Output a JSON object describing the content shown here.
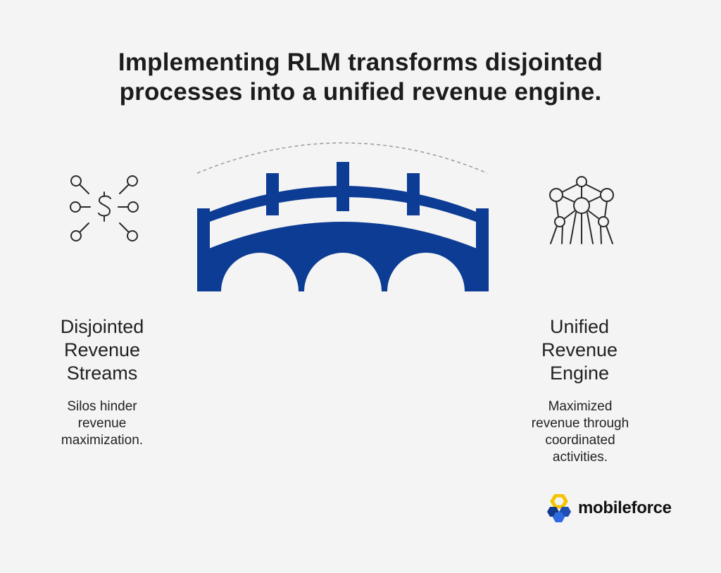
{
  "title": {
    "line1": "Implementing RLM transforms disjointed",
    "line2": "processes into a unified revenue engine."
  },
  "left": {
    "icon": "dollar-network-icon",
    "label_lines": [
      "Disjointed",
      "Revenue",
      "Streams"
    ],
    "desc_lines": [
      "Silos hinder",
      "revenue",
      "maximization."
    ]
  },
  "center": {
    "icon": "bridge-icon",
    "color": "#0d3c94"
  },
  "right": {
    "icon": "atomium-network-icon",
    "label_lines": [
      "Unified",
      "Revenue",
      "Engine"
    ],
    "desc_lines": [
      "Maximized",
      "revenue through",
      "coordinated",
      "activities."
    ]
  },
  "brand": {
    "name": "mobileforce",
    "colors": {
      "blue": "#1f4fb5",
      "yellow": "#f5c400",
      "dark_blue": "#123a8c"
    }
  }
}
